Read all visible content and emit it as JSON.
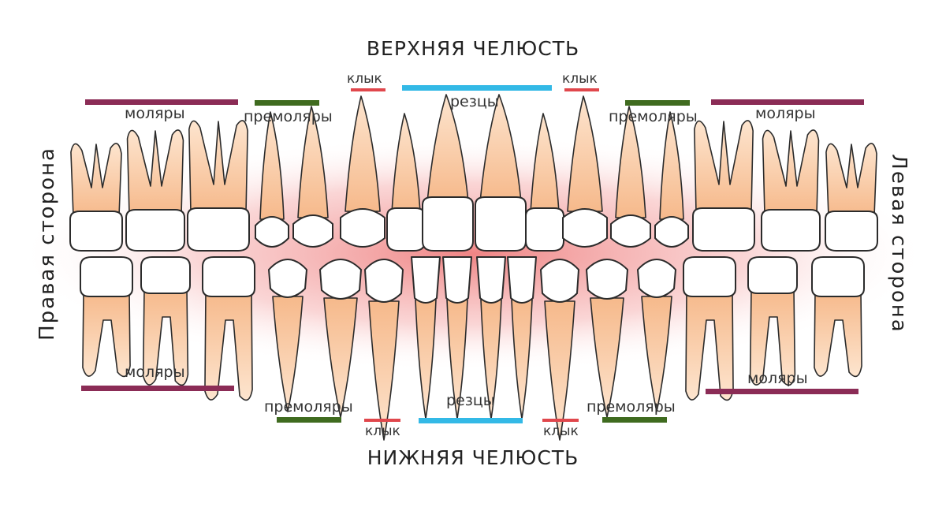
{
  "upper_title": "ВЕРХНЯЯ ЧЕЛЮСТЬ",
  "lower_title": "НИЖНЯЯ ЧЕЛЮСТЬ",
  "side_right": "Правая сторона",
  "side_left": "Левая сторона",
  "labels": {
    "molars": "моляры",
    "premolars": "премоляры",
    "canine": "клык",
    "incisors": "резцы"
  },
  "colors": {
    "molars": "#8b2c56",
    "premolars": "#3f6b1f",
    "canine": "#e0474c",
    "incisors": "#33b9e6",
    "root": "#f7c9a0",
    "gum": "#f08a8a",
    "crown": "#ffffff",
    "outline": "#2b2b2b"
  }
}
